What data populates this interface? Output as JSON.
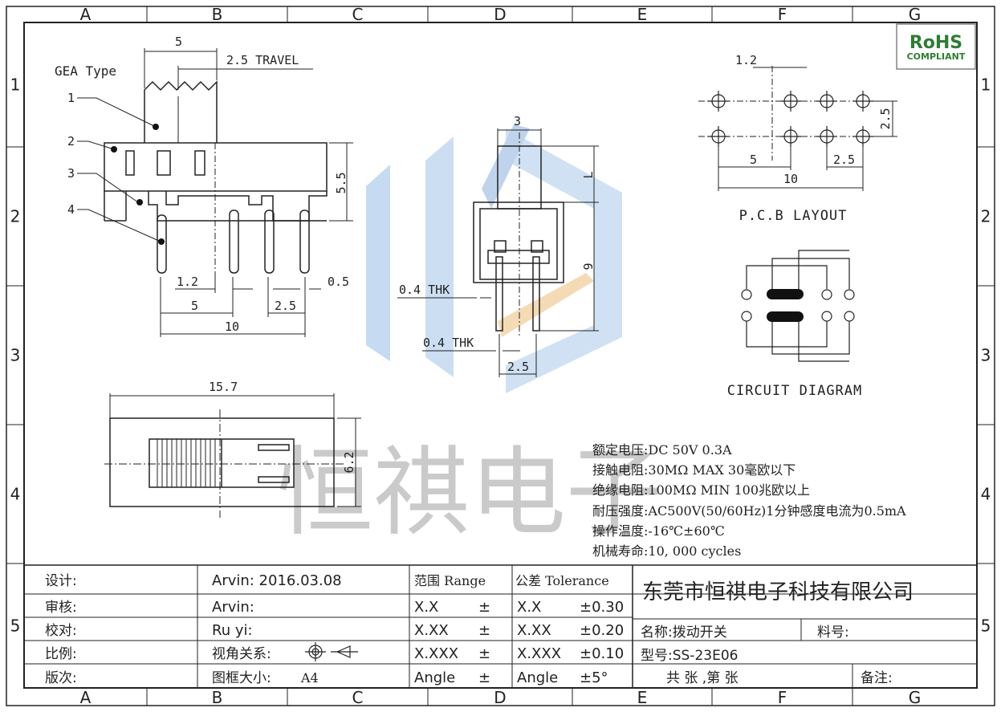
{
  "border": {
    "columns": [
      "A",
      "B",
      "C",
      "D",
      "E",
      "F",
      "G"
    ],
    "rows": [
      "1",
      "2",
      "3",
      "4",
      "5"
    ]
  },
  "side_view": {
    "type_label": "GEA Type",
    "width_dim": "5",
    "travel_dim": "2.5 TRAVEL",
    "height_dim": "5.5",
    "callouts": [
      "1",
      "2",
      "3",
      "4"
    ],
    "pitch_small": "1.2",
    "pin_thk": "0.5",
    "pitch_5": "5",
    "pitch_25": "2.5",
    "pitch_10": "10"
  },
  "front_view": {
    "width_dim": "3",
    "lever_dim": "L",
    "pin_len_dim": "9",
    "thk_top": "0.4 THK",
    "thk_bottom": "0.4 THK",
    "pin_pitch": "2.5"
  },
  "top_view": {
    "length_dim": "15.7",
    "width_dim": "6.2"
  },
  "pcb": {
    "hole_dim": "1.2",
    "row_pitch": "2.5",
    "dim_5": "5",
    "dim_25": "2.5",
    "dim_10": "10",
    "title": "P.C.B LAYOUT"
  },
  "circuit": {
    "title": "CIRCUIT DIAGRAM"
  },
  "rohs": {
    "line1": "RoHS",
    "line2": "COMPLIANT"
  },
  "watermark": "恒祺电子",
  "specs": [
    "额定电压:DC 50V 0.3A",
    "接触电阻:30MΩ MAX 30毫欧以下",
    "绝缘电阻:100MΩ MIN 100兆欧以上",
    "耐压强度:AC500V(50/60Hz)1分钟感度电流为0.5mA",
    "操作温度:-16℃±60℃",
    "机械寿命:10, 000 cycles"
  ],
  "title_block": {
    "design_label": "设计:",
    "design_value": "Arvin:  2016.03.08",
    "review_label": "审核:",
    "review_value": "Arvin:",
    "check_label": "校对:",
    "check_value": "Ru yi:",
    "scale_label": "比例:",
    "projection_label": "视角关系:",
    "version_label": "版次:",
    "frame_label": "图框大小:",
    "frame_value": "A4",
    "range_header": "范围 Range",
    "tol_header": "公差 Tolerance",
    "range_rows": [
      {
        "range": "X.X",
        "pm": "±",
        "tol_label": "X.X",
        "tol": "±0.30"
      },
      {
        "range": "X.XX",
        "pm": "±",
        "tol_label": "X.XX",
        "tol": "±0.20"
      },
      {
        "range": "X.XXX",
        "pm": "±",
        "tol_label": "X.XXX",
        "tol": "±0.10"
      },
      {
        "range": "Angle",
        "pm": "±",
        "tol_label": "Angle",
        "tol": "±5°"
      }
    ],
    "company": "东莞市恒祺电子科技有限公司",
    "name_label": "名称:拨动开关",
    "part_label": "料号:",
    "model_label": "型号:SS-23E06",
    "sheet_label": "共  张 ,第  张",
    "remark_label": "备注:"
  }
}
